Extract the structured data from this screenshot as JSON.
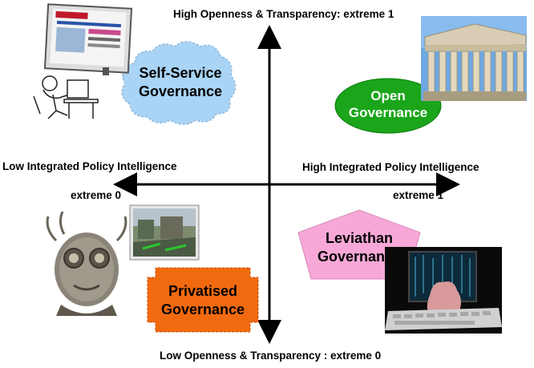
{
  "axes": {
    "top_label": "High Openness & Transparency: extreme 1",
    "bottom_label": "Low Openness & Transparency : extreme 0",
    "left_label": "Low Integrated Policy  Intelligence",
    "left_extreme": "extreme 0",
    "right_label": "High  Integrated Policy Intelligence",
    "right_extreme": "extreme 1"
  },
  "quadrants": {
    "top_left": {
      "line1": "Self-Service",
      "line2": "Governance",
      "shape": "cloud",
      "color": "#a9d4f5"
    },
    "top_right": {
      "line1": "Open",
      "line2": "Governance",
      "shape": "ellipse",
      "color": "#1aa51a",
      "text_color": "#ffffff"
    },
    "bottom_left": {
      "line1": "Privatised",
      "line2": "Governance",
      "shape": "cross",
      "color": "#f26a10"
    },
    "bottom_right": {
      "line1": "Leviathan",
      "line2": "Governance",
      "shape": "pentagon",
      "color": "#f7a8d8"
    }
  },
  "images": {
    "top_left": "person-at-computer-illustration",
    "top_right": "greek-temple-photo",
    "bottom_left_a": "steampunk-figure",
    "bottom_left_b": "street-camera-screenshot",
    "bottom_right": "hand-on-keyboard-photo"
  },
  "colors": {
    "axis": "#000000"
  }
}
